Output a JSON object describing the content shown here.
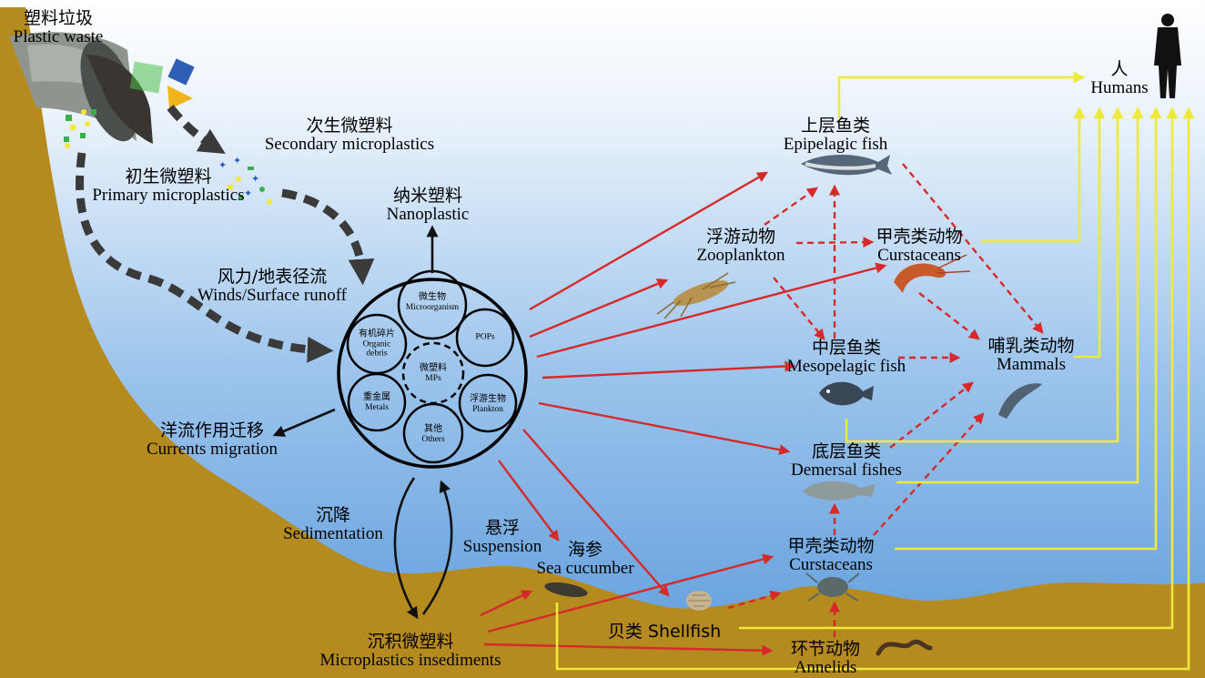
{
  "source": {
    "zh": "塑料垃圾",
    "en": "Plastic waste"
  },
  "secondary": {
    "zh": "次生微塑料",
    "en": "Secondary microplastics"
  },
  "primary": {
    "zh": "初生微塑料",
    "en": "Primary microplastics"
  },
  "nano": {
    "zh": "纳米塑料",
    "en": "Nanoplastic"
  },
  "wind": {
    "zh": "风力/地表径流",
    "en": "Winds/Surface runoff"
  },
  "currents": {
    "zh": "洋流作用迁移",
    "en": "Currents migration"
  },
  "sedimentation": {
    "zh": "沉降",
    "en": "Sedimentation"
  },
  "suspension": {
    "zh": "悬浮",
    "en": "Suspension"
  },
  "sediments": {
    "zh": "沉积微塑料",
    "en": "Microplastics insediments"
  },
  "hub": {
    "center": {
      "zh": "微塑料",
      "en": "MPs"
    },
    "micro": {
      "zh": "微生物",
      "en": "Microorganism"
    },
    "pops": {
      "en": "POPs"
    },
    "organic": {
      "zh": "有机碎片",
      "en1": "Organic",
      "en2": "debris"
    },
    "metals": {
      "zh": "重金属",
      "en": "Metals"
    },
    "others": {
      "zh": "其他",
      "en": "Others"
    },
    "plankton": {
      "zh": "浮游生物",
      "en": "Plankton"
    }
  },
  "epipelagic": {
    "zh": "上层鱼类",
    "en": "Epipelagic fish"
  },
  "zooplankton": {
    "zh": "浮游动物",
    "en": "Zooplankton"
  },
  "crust_top": {
    "zh": "甲壳类动物",
    "en": "Curstaceans"
  },
  "mesopelagic": {
    "zh": "中层鱼类",
    "en": "Mesopelagic fish"
  },
  "mammals": {
    "zh": "哺乳类动物",
    "en": "Mammals"
  },
  "demersal": {
    "zh": "底层鱼类",
    "en": "Demersal fishes"
  },
  "crust_bottom": {
    "zh": "甲壳类动物",
    "en": "Curstaceans"
  },
  "seacucumber": {
    "zh": "海参",
    "en": "Sea cucumber"
  },
  "shellfish": {
    "text": "贝类 Shellfish"
  },
  "annelids": {
    "zh": "环节动物",
    "en": "Annelids"
  },
  "humans": {
    "zh": "人",
    "en": "Humans"
  },
  "colors": {
    "ocean_top": "#ffffff",
    "ocean_bottom": "#6aa6de",
    "sediment": "#b58a1e",
    "red_arrow": "#d62a2a",
    "yellow_arrow": "#eeea3c",
    "black_arrow": "#111111",
    "dashed_arrow": "#3a3a3a"
  }
}
